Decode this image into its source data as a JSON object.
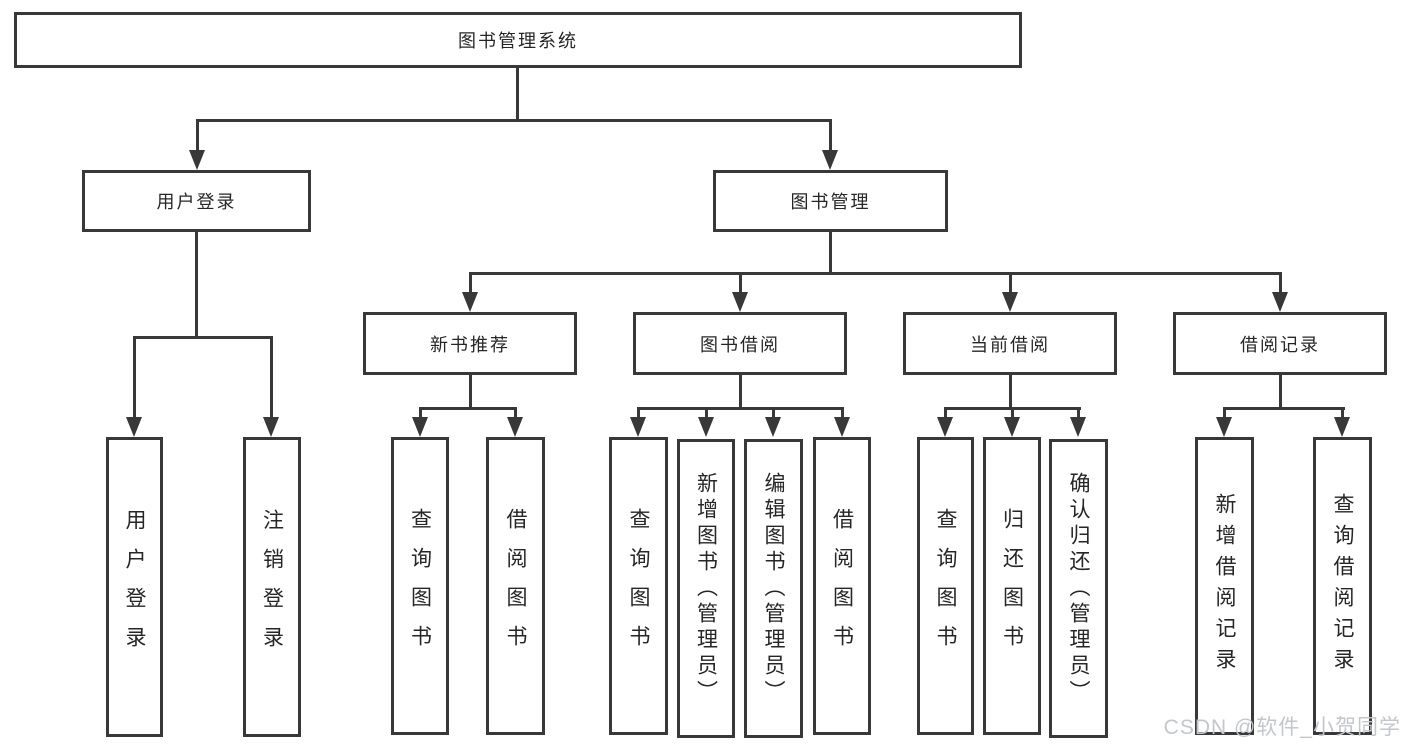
{
  "title": "图书管理系统",
  "level2": {
    "user_login": "用户登录",
    "book_mgmt": "图书管理"
  },
  "level3": {
    "new_book": "新书推荐",
    "book_borrow": "图书借阅",
    "current_borrow": "当前借阅",
    "borrow_records": "借阅记录"
  },
  "leaves": {
    "user_login": [
      "用户登录",
      "注销登录"
    ],
    "new_book": [
      "查询图书",
      "借阅图书"
    ],
    "book_borrow": [
      "查询图书",
      "新增图书（管理员）",
      "编辑图书（管理员）",
      "借阅图书"
    ],
    "current_borrow": [
      "查询图书",
      "归还图书",
      "确认归还（管理员）"
    ],
    "borrow_records": [
      "新增借阅记录",
      "查询借阅记录"
    ]
  },
  "watermark": "CSDN @软件_小贺同学",
  "colors": {
    "line": "#383838",
    "text": "#262626",
    "watermark": "#c3c6cc",
    "background": "#ffffff"
  }
}
